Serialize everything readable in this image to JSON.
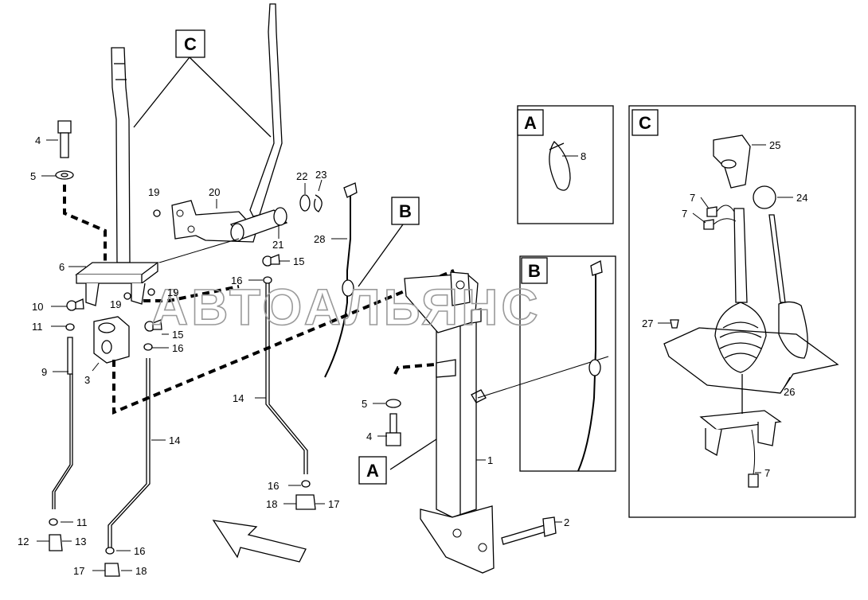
{
  "watermark": "АВТОАЛЬЯНС",
  "callouts": {
    "c_top": "C",
    "b_main": "B",
    "a_main": "A",
    "detail_a": "A",
    "detail_b": "B",
    "detail_c": "C"
  },
  "parts": {
    "p1": "1",
    "p2": "2",
    "p3": "3",
    "p4a": "4",
    "p4b": "4",
    "p5a": "5",
    "p5b": "5",
    "p6": "6",
    "p7a": "7",
    "p7b": "7",
    "p7c": "7",
    "p8": "8",
    "p9": "9",
    "p10": "10",
    "p11a": "11",
    "p11b": "11",
    "p12": "12",
    "p13": "13",
    "p14a": "14",
    "p14b": "14",
    "p15a": "15",
    "p15b": "15",
    "p16a": "16",
    "p16b": "16",
    "p16c": "16",
    "p16d": "16",
    "p17a": "17",
    "p17b": "17",
    "p18a": "18",
    "p18b": "18",
    "p19a": "19",
    "p19b": "19",
    "p19c": "19",
    "p20": "20",
    "p21": "21",
    "p22": "22",
    "p23": "23",
    "p24": "24",
    "p25": "25",
    "p26": "26",
    "p27": "27",
    "p28": "28"
  }
}
